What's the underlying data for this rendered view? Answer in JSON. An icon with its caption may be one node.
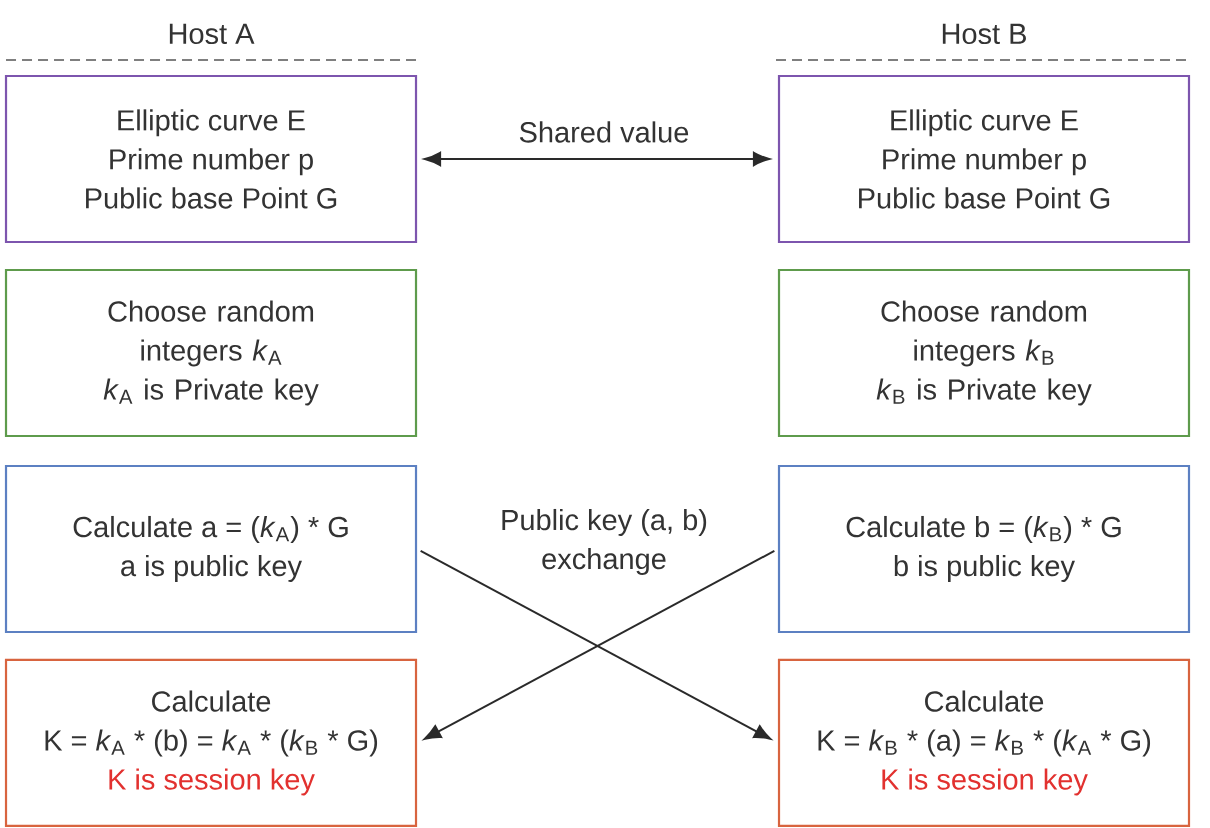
{
  "diagram": {
    "nodes": [
      {
        "text": [
          "Elliptic curve E",
          "Prime number p",
          "Public base Point G"
        ]
      },
      {
        "text": [
          "Elliptic curve E",
          "Prime number p",
          "Public base Point G"
        ]
      },
      {
        "text": [
          "Choose random integers *k*$_{A}$",
          "*k*$_{A}$ is Private key"
        ]
      },
      {
        "text": [
          "Choose random integers *k*$_{B}$",
          "*k*$_{B}$ is Private key"
        ]
      },
      {
        "text": [
          "Calculate a = (*k*$_{A}$) * G",
          "a is public key"
        ]
      },
      {
        "text": [
          "Calculate b = (*k*$_{B}$) * G",
          "b is public key"
        ]
      },
      {
        "text": [
          "Calculate",
          "K = *k*$_{A}$ * (b) = *k*$_{A}$ * (*k*$_{B}$ * G)",
          "K is session key"
        ]
      },
      {
        "text": [
          "Calculate",
          "K = *k*$_{B}$ * (a) = *k*$_{B}$ * (*k*$_{A}$ * G)",
          "K is session key"
        ]
      }
    ],
    "edges": [
      {
        "from": 0,
        "to": 1,
        "arrow": "both",
        "label": "Shared value"
      },
      {
        "from": 4,
        "to": 7,
        "arrow": "to"
      },
      {
        "from": 5,
        "to": 6,
        "arrow": "to"
      }
    ],
    "labels": [
      "Host A",
      "Host B",
      "Public key (a, b) exchange"
    ]
  }
}
